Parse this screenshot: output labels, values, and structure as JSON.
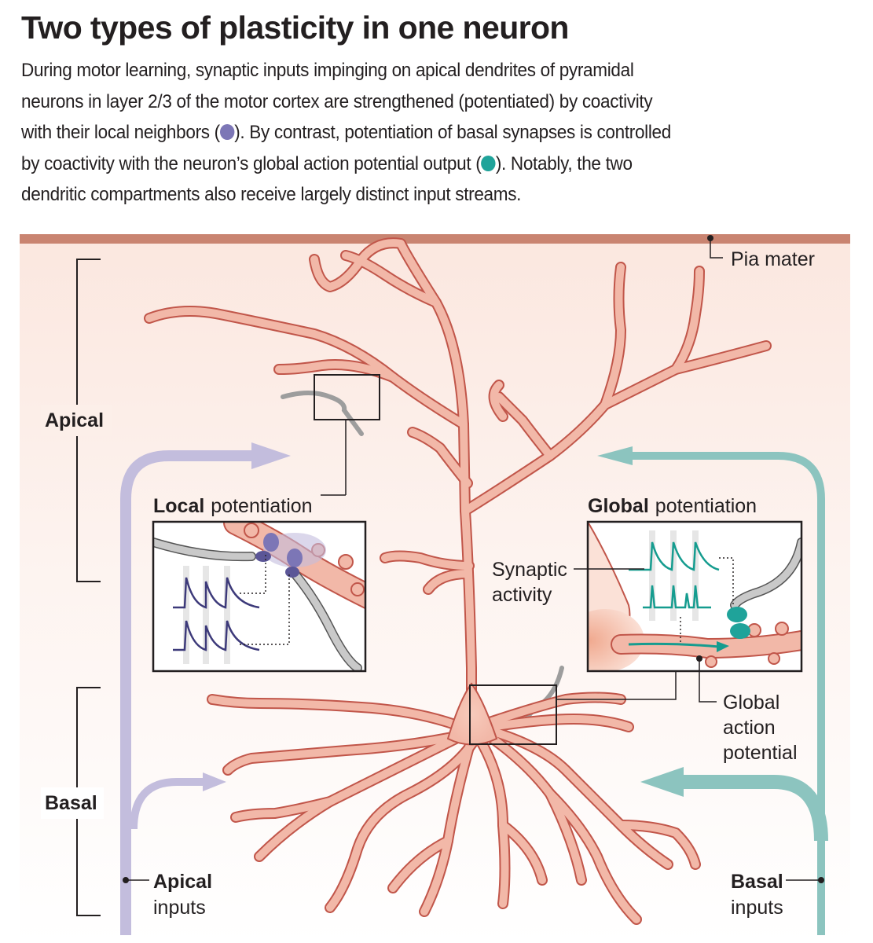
{
  "title": "Two types of plasticity in one neuron",
  "intro": {
    "line1": "During motor learning, synaptic inputs impinging on apical dendrites of pyramidal",
    "line2": "neurons in layer 2/3 of the motor cortex are strengthened (potentiated) by coactivity",
    "line3a": "with their local neighbors (",
    "line3b": "). By contrast, potentiation of basal synapses is controlled",
    "line4a": "by coactivity with the neuron’s global action potential output (",
    "line4b": "). Notably, the two",
    "line5": "dendritic compartments also receive largely distinct input streams."
  },
  "labels": {
    "pia_mater": "Pia mater",
    "apical": "Apical",
    "basal": "Basal",
    "local_bold": "Local",
    "local_rest": "potentiation",
    "global_bold": "Global",
    "global_rest": "potentiation",
    "synaptic_activity_1": "Synaptic",
    "synaptic_activity_2": "activity",
    "global_ap_1": "Global",
    "global_ap_2": "action",
    "global_ap_3": "potential",
    "apical_inputs_1": "Apical",
    "apical_inputs_2": "inputs",
    "basal_inputs_1": "Basal",
    "basal_inputs_2": "inputs"
  },
  "colors": {
    "neuron_fill": "#f2b8a8",
    "neuron_outline": "#c1564a",
    "pia": "#c98471",
    "background_tint": "#fbeae3",
    "apical_input": "#c3bddd",
    "basal_input": "#8cc4bf",
    "local_accent": "#3d3a7a",
    "global_accent": "#159c8f"
  }
}
